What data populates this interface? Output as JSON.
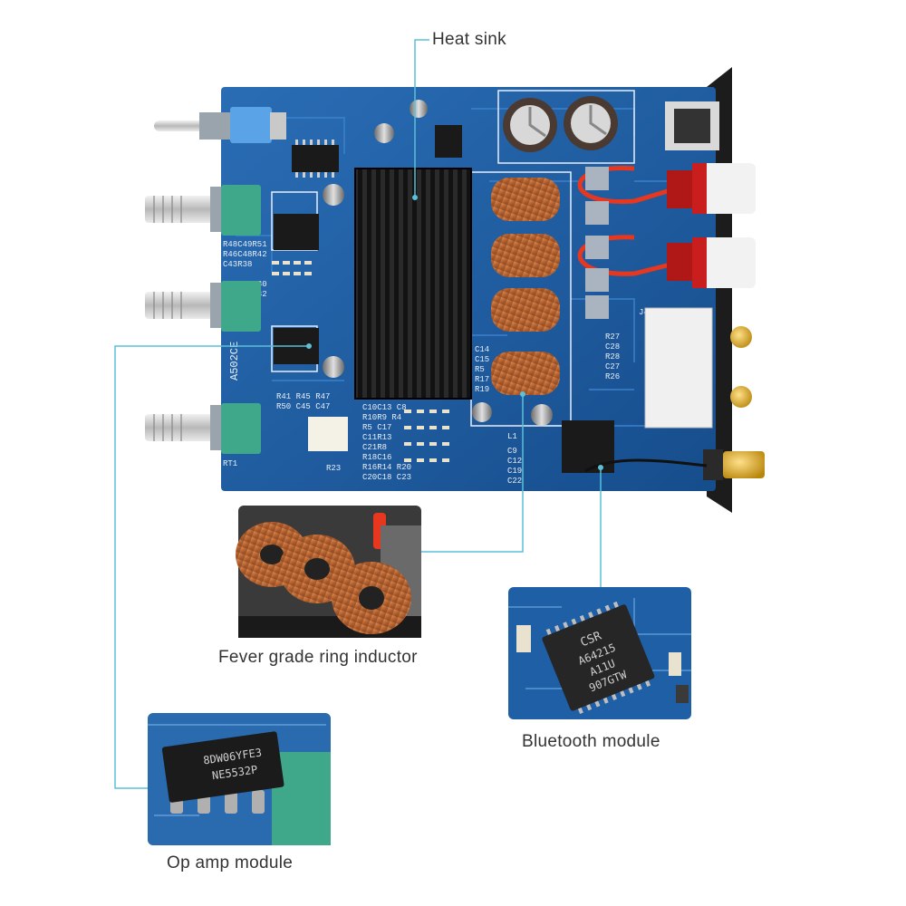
{
  "callouts": {
    "heat_sink": "Heat sink",
    "ring_inductor": "Fever grade ring inductor",
    "bluetooth_module": "Bluetooth module",
    "op_amp_module": "Op amp module"
  },
  "chip_markings": {
    "csr_brand": "CSR",
    "csr_part": "A64215",
    "csr_line2": "A11U",
    "csr_line3": "907GTW",
    "opamp_line1": "8DW06YFE3",
    "opamp_line2": "NE5532P",
    "board_model": "A502CE"
  },
  "colors": {
    "pcb_blue": "#1f5fa6",
    "heatsink": "#1b1b1b",
    "copper": "#c9743f",
    "leader_line": "#5bc0d8",
    "label_text": "#333333"
  },
  "icons": {
    "leader": "thin-cyan-leader-line"
  }
}
